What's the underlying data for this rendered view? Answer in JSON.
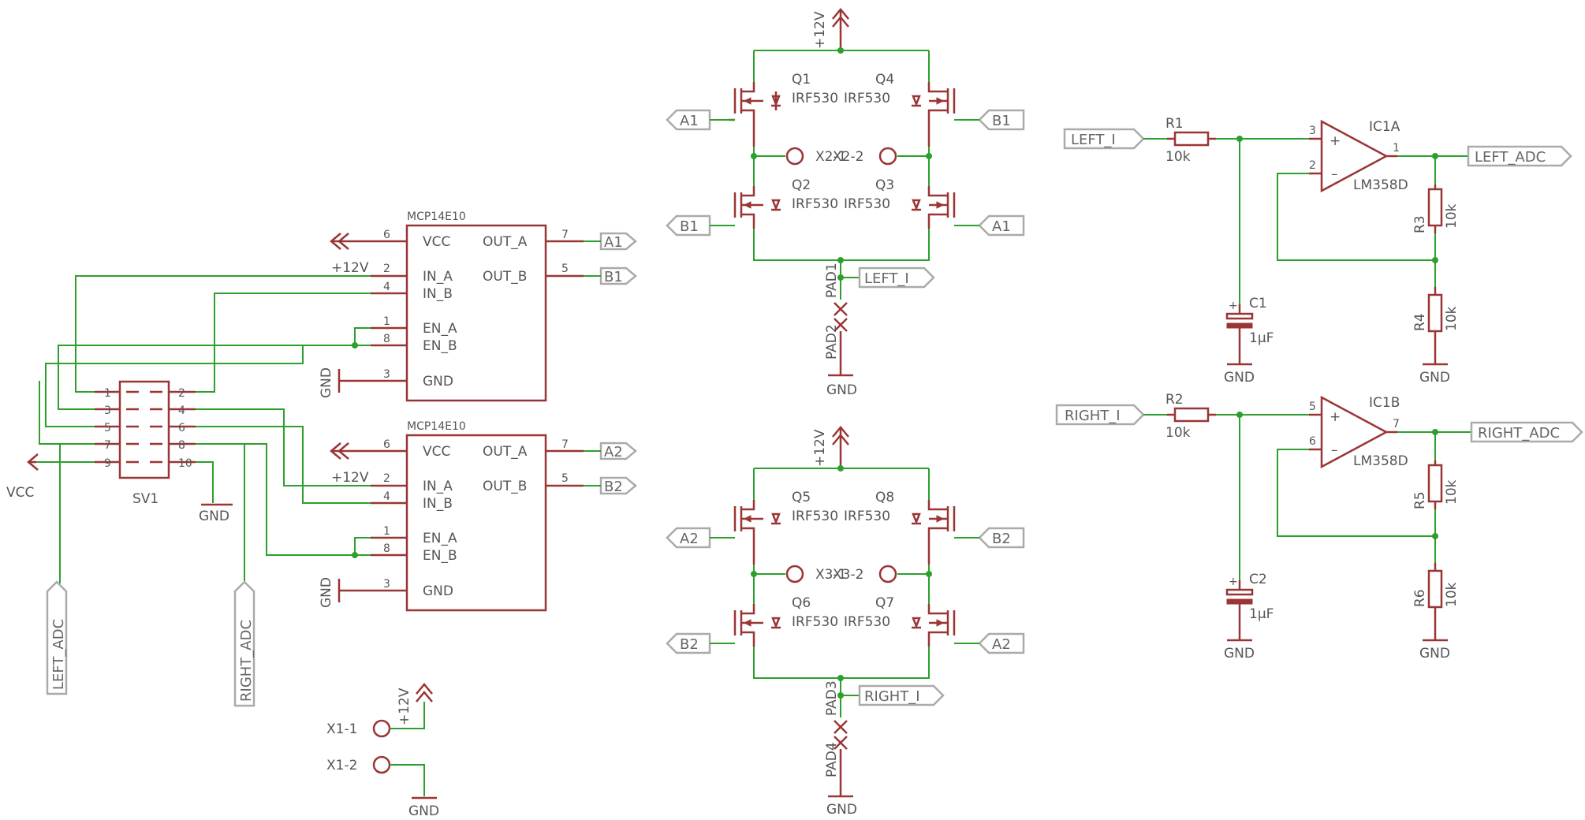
{
  "power": {
    "v12": "+12V",
    "vcc": "VCC",
    "gnd": "GND"
  },
  "drivers": [
    {
      "ref": "MCP14E10",
      "pins": {
        "vcc": "6",
        "in_a": "2",
        "in_b": "4",
        "en_a": "1",
        "en_b": "8",
        "gnd": "3",
        "out_a": "7",
        "out_b": "5"
      },
      "out_a_net": "A1",
      "out_b_net": "B1"
    },
    {
      "ref": "MCP14E10",
      "pins": {
        "vcc": "6",
        "in_a": "2",
        "in_b": "4",
        "en_a": "1",
        "en_b": "8",
        "gnd": "3",
        "out_a": "7",
        "out_b": "5"
      },
      "out_a_net": "A2",
      "out_b_net": "B2"
    }
  ],
  "driver_pin_names": {
    "vcc": "VCC",
    "in_a": "IN_A",
    "in_b": "IN_B",
    "en_a": "EN_A",
    "en_b": "EN_B",
    "gnd": "GND",
    "out_a": "OUT_A",
    "out_b": "OUT_B"
  },
  "header": {
    "ref": "SV1",
    "pins_left": [
      "1",
      "3",
      "5",
      "7",
      "9"
    ],
    "pins_right": [
      "2",
      "4",
      "6",
      "8",
      "10"
    ]
  },
  "header_labels": {
    "left_adc": "LEFT_ADC",
    "right_adc": "RIGHT_ADC"
  },
  "bridges": [
    {
      "tl": {
        "ref": "Q1",
        "value": "IRF530"
      },
      "tr": {
        "ref": "Q4",
        "value": "IRF530"
      },
      "bl": {
        "ref": "Q2",
        "value": "IRF530"
      },
      "br": {
        "ref": "Q3",
        "value": "IRF530"
      },
      "nets": {
        "tl": "A1",
        "tr": "B1",
        "bl": "B1",
        "br": "A1"
      },
      "xl": "X2-1",
      "xr": "X2-2",
      "pad_a": "PAD1",
      "pad_b": "PAD2",
      "sense": "LEFT_I"
    },
    {
      "tl": {
        "ref": "Q5",
        "value": "IRF530"
      },
      "tr": {
        "ref": "Q8",
        "value": "IRF530"
      },
      "bl": {
        "ref": "Q6",
        "value": "IRF530"
      },
      "br": {
        "ref": "Q7",
        "value": "IRF530"
      },
      "nets": {
        "tl": "A2",
        "tr": "B2",
        "bl": "B2",
        "br": "A2"
      },
      "xl": "X3-1",
      "xr": "X3-2",
      "pad_a": "PAD3",
      "pad_b": "PAD4",
      "sense": "RIGHT_I"
    }
  ],
  "x1": {
    "p1": "X1-1",
    "p2": "X1-2"
  },
  "amps": [
    {
      "in_net": "LEFT_I",
      "r_in": {
        "ref": "R1",
        "value": "10k"
      },
      "ic": "IC1A",
      "part": "LM358D",
      "pin_p": "3",
      "pin_n": "2",
      "pin_o": "1",
      "out_net": "LEFT_ADC",
      "cap": {
        "ref": "C1",
        "value": "1µF"
      },
      "r_top": {
        "ref": "R3",
        "value": "10k"
      },
      "r_bot": {
        "ref": "R4",
        "value": "10k"
      }
    },
    {
      "in_net": "RIGHT_I",
      "r_in": {
        "ref": "R2",
        "value": "10k"
      },
      "ic": "IC1B",
      "part": "LM358D",
      "pin_p": "5",
      "pin_n": "6",
      "pin_o": "7",
      "out_net": "RIGHT_ADC",
      "cap": {
        "ref": "C2",
        "value": "1µF"
      },
      "r_top": {
        "ref": "R5",
        "value": "10k"
      },
      "r_bot": {
        "ref": "R6",
        "value": "10k"
      }
    }
  ]
}
